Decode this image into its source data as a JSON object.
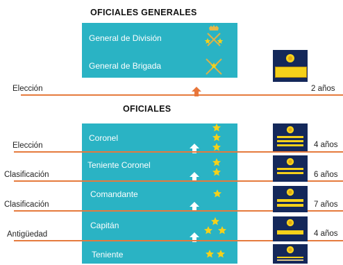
{
  "sections": {
    "generales": "OFICIALES GENERALES",
    "oficiales": "OFICIALES"
  },
  "ranks": {
    "general_division": "General de División",
    "general_brigada": "General de Brigada",
    "coronel": "Coronel",
    "teniente_coronel": "Teniente Coronel",
    "comandante": "Comandante",
    "capitan": "Capitán",
    "teniente": "Teniente"
  },
  "promotion_rows": [
    {
      "criterion": "Elección",
      "years": "2 años"
    },
    {
      "criterion": "Elección",
      "years": "4 años"
    },
    {
      "criterion": "Clasificación",
      "years": "6 años"
    },
    {
      "criterion": "Clasificación",
      "years": "7 años"
    },
    {
      "criterion": "Antigüedad",
      "years": "4 años"
    }
  ],
  "colors": {
    "panel": "#2ab3c4",
    "line": "#e57a3c",
    "badge": "#14285a",
    "gold": "#f5d11a",
    "arrow_white": "#ffffff",
    "arrow_orange": "#e8763a"
  }
}
